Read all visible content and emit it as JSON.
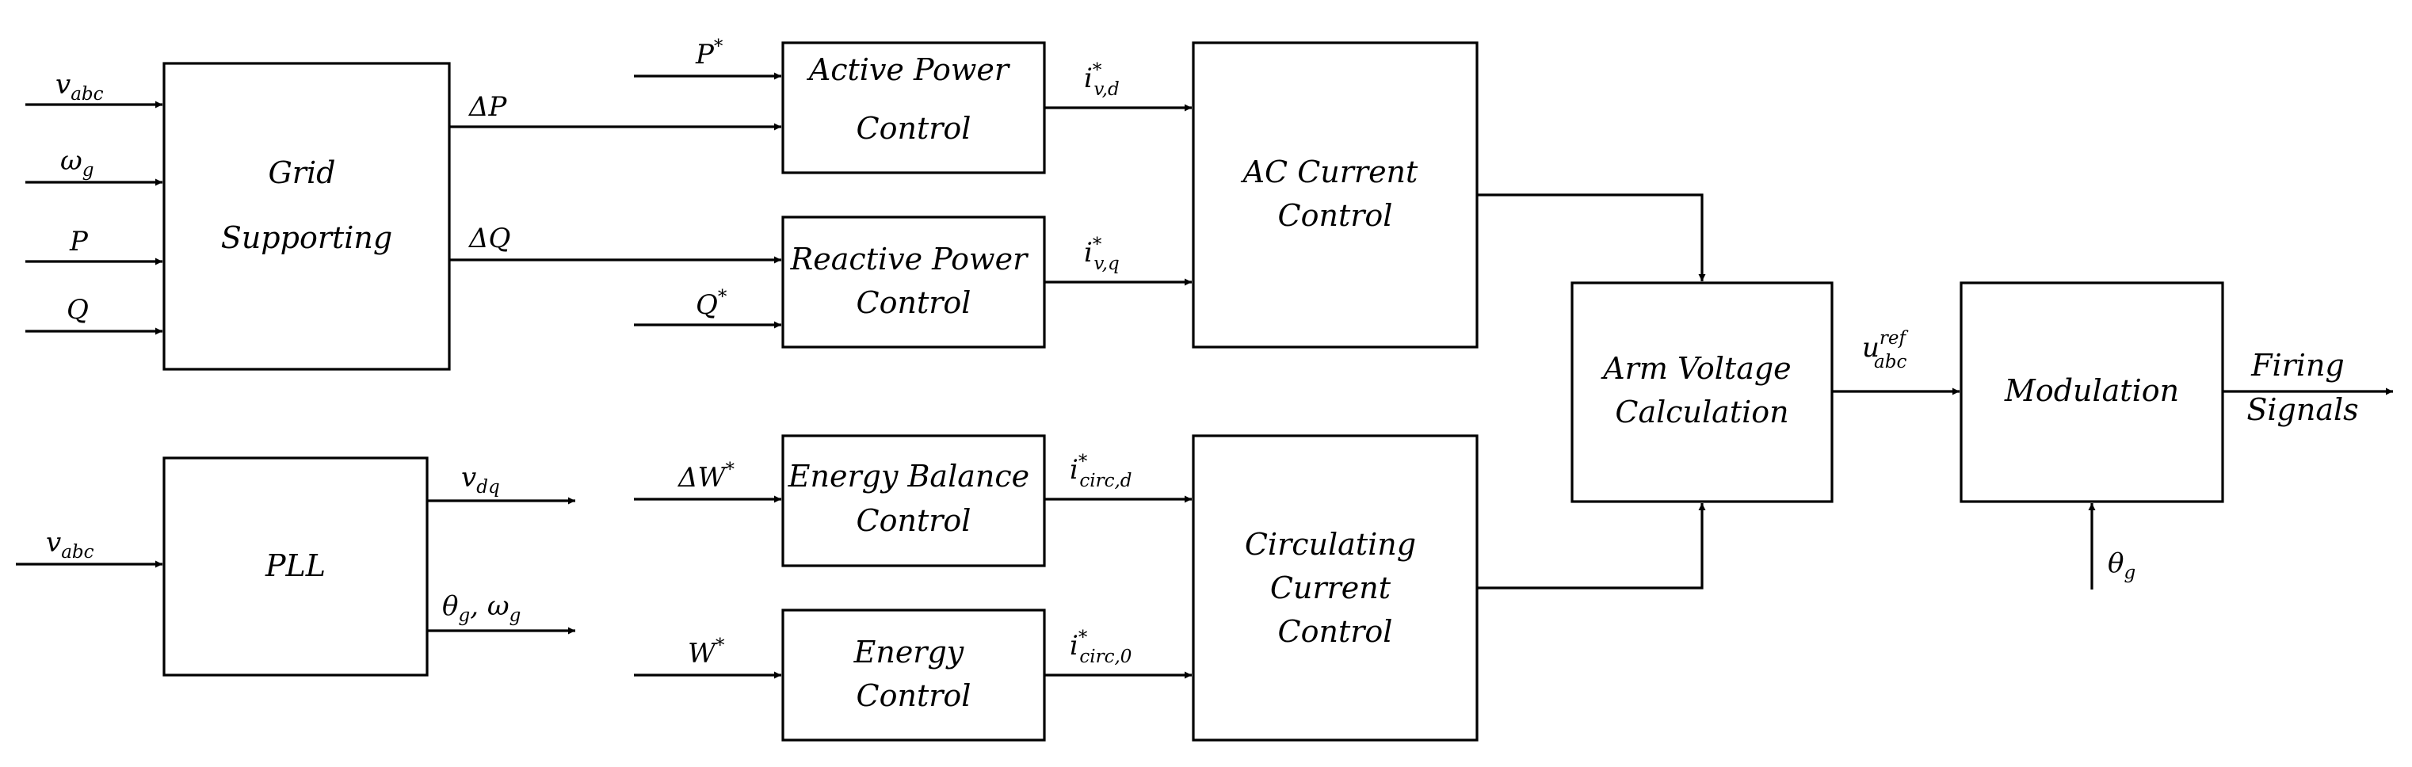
{
  "blocks": {
    "grid_supporting": [
      "Grid",
      "Supporting"
    ],
    "pll": [
      "PLL"
    ],
    "active_power_control": [
      "Active Power",
      "Control"
    ],
    "reactive_power_control": [
      "Reactive Power",
      "Control"
    ],
    "energy_balance_control": [
      "Energy Balance",
      "Control"
    ],
    "energy_control": [
      "Energy",
      "Control"
    ],
    "ac_current_control": [
      "AC Current",
      "Control"
    ],
    "circulating_current_control": [
      "Circulating",
      "Current",
      "Control"
    ],
    "arm_voltage_calculation": [
      "Arm Voltage",
      "Calculation"
    ],
    "modulation": [
      "Modulation"
    ]
  },
  "signals": {
    "v_abc_grid": {
      "base": "v",
      "sub": "abc"
    },
    "omega_g_in": {
      "base": "ω",
      "sub": "g"
    },
    "p_in": {
      "base": "P"
    },
    "q_in": {
      "base": "Q"
    },
    "delta_p": {
      "base": "ΔP"
    },
    "delta_q": {
      "base": "ΔQ"
    },
    "p_star": {
      "base": "P",
      "sup": "*"
    },
    "q_star": {
      "base": "Q",
      "sup": "*"
    },
    "i_vd": {
      "base": "i",
      "sup": "*",
      "sub": "v,d"
    },
    "i_vq": {
      "base": "i",
      "sup": "*",
      "sub": "v,q"
    },
    "v_abc_pll": {
      "base": "v",
      "sub": "abc"
    },
    "v_dq": {
      "base": "v",
      "sub": "dq"
    },
    "theta_omega": {
      "base1": "θ",
      "sub1": "g",
      "mid": ", ω",
      "sub2": "g"
    },
    "delta_w_star": {
      "base": "ΔW",
      "sup": "*"
    },
    "w_star": {
      "base": "W",
      "sup": "*"
    },
    "i_circ_d": {
      "base": "i",
      "sup": "*",
      "sub": "circ,d"
    },
    "i_circ_0": {
      "base": "i",
      "sup": "*",
      "sub": "circ,0"
    },
    "u_abc_ref": {
      "base": "u",
      "sup": "ref",
      "sub": "abc"
    },
    "theta_g_mod": {
      "base": "θ",
      "sub": "g"
    },
    "firing_signals": [
      "Firing",
      "Signals"
    ]
  },
  "colors": {
    "stroke": "#000000",
    "background": "#ffffff"
  }
}
